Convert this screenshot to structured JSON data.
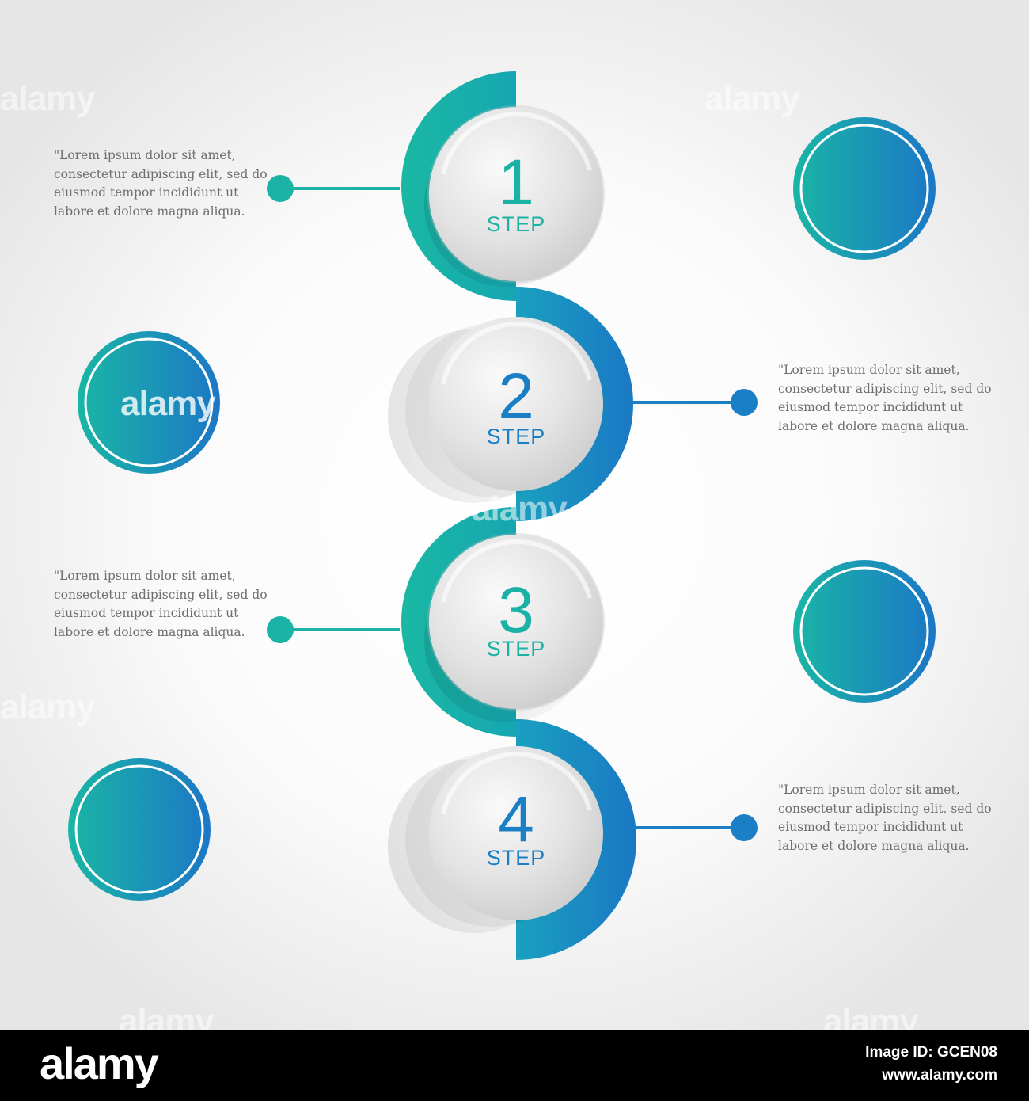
{
  "colors": {
    "teal": "#19b2a4",
    "blue": "#1a7fc4",
    "text": "#6e6e6e"
  },
  "steps": [
    {
      "number": "1",
      "label": "STEP",
      "text": "\"Lorem ipsum dolor sit amet, consectetur adipiscing elit, sed do eiusmod tempor incididunt ut labore et dolore magna aliqua.",
      "side": "left",
      "color": "teal"
    },
    {
      "number": "2",
      "label": "STEP",
      "text": "\"Lorem ipsum dolor sit amet, consectetur adipiscing elit, sed do eiusmod tempor incididunt ut labore et dolore magna aliqua.",
      "side": "right",
      "color": "blue"
    },
    {
      "number": "3",
      "label": "STEP",
      "text": "\"Lorem ipsum dolor sit amet, consectetur adipiscing elit, sed do eiusmod tempor incididunt ut labore et dolore magna aliqua.",
      "side": "left",
      "color": "teal"
    },
    {
      "number": "4",
      "label": "STEP",
      "text": "\"Lorem ipsum dolor sit amet, consectetur adipiscing elit, sed do eiusmod tempor incididunt ut labore et dolore magna aliqua.",
      "side": "right",
      "color": "blue"
    }
  ],
  "watermark": "alamy",
  "footer": {
    "logo": "alamy",
    "image_id": "Image ID: GCEN08",
    "site": "www.alamy.com"
  }
}
